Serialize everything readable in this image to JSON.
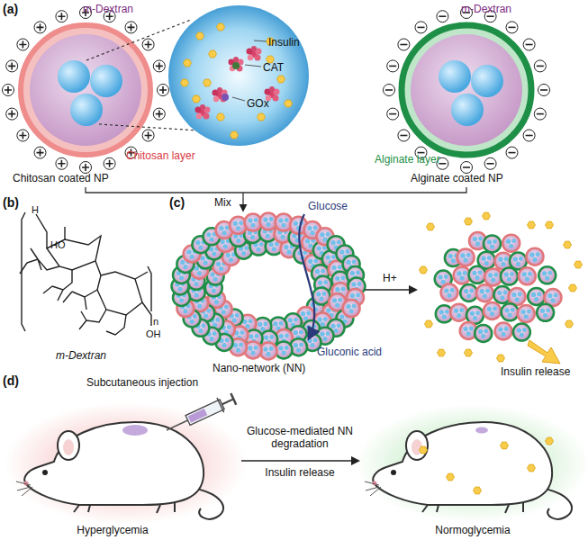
{
  "diagram": {
    "labels": [
      "(a)",
      "m-Dextran",
      "Insulin",
      "CAT",
      "GOx",
      "m-Dextran",
      "Chitosan layer",
      "Alginate layer",
      "Chitosan coated NP",
      "Alginate coated NP",
      "(b)",
      "Mix",
      "(c)",
      "Glucose",
      "H",
      "HO",
      "n",
      "OH",
      "m-Dextran",
      "H+",
      "Nano-network (NN)",
      "Gluconic acid",
      "Insulin release",
      "(d)",
      "Subcutaneous injection",
      "Glucose-mediated NN degradation",
      "Insulin release",
      "Hyperglycemia",
      "Normoglycemia"
    ]
  }
}
